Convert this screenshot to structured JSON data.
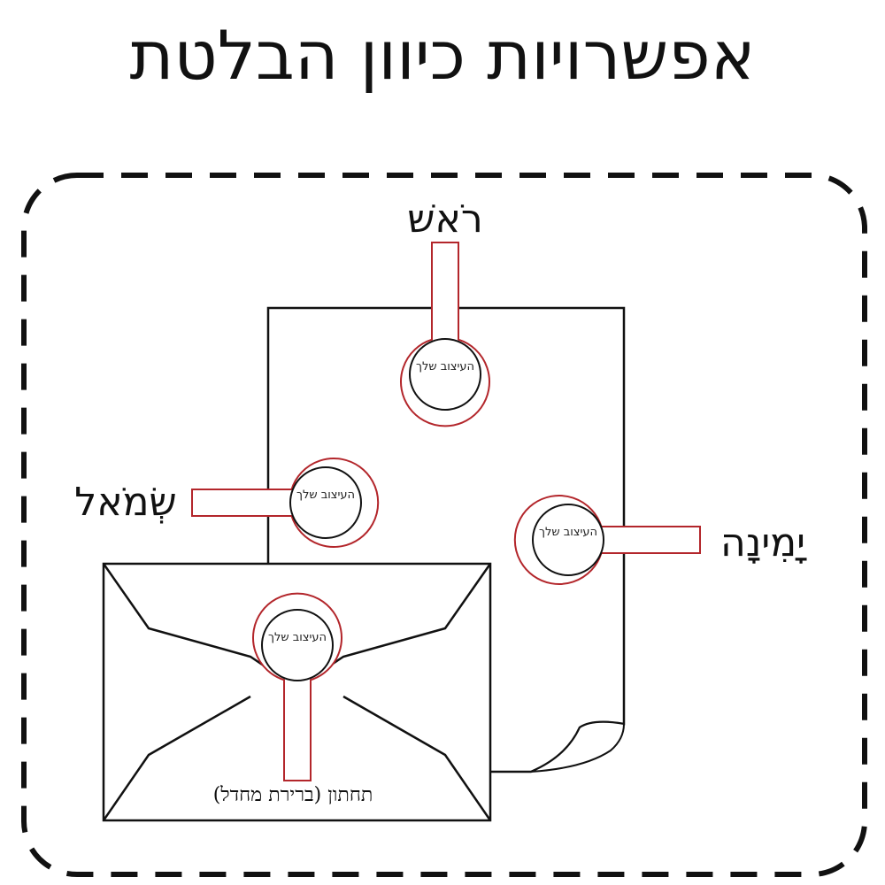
{
  "title": "אפשרויות כיוון הבלטת",
  "labels": {
    "top": "רֹאשׁ",
    "left": "שְׂמֹאל",
    "right": "יָמִינָה",
    "bottom": "תחתון (ברירת מחדל)"
  },
  "seal_text": "העיצוב שלך",
  "colors": {
    "seal_outline": "#b3262b",
    "line": "#111111",
    "frame": "#111111",
    "background": "#ffffff"
  }
}
